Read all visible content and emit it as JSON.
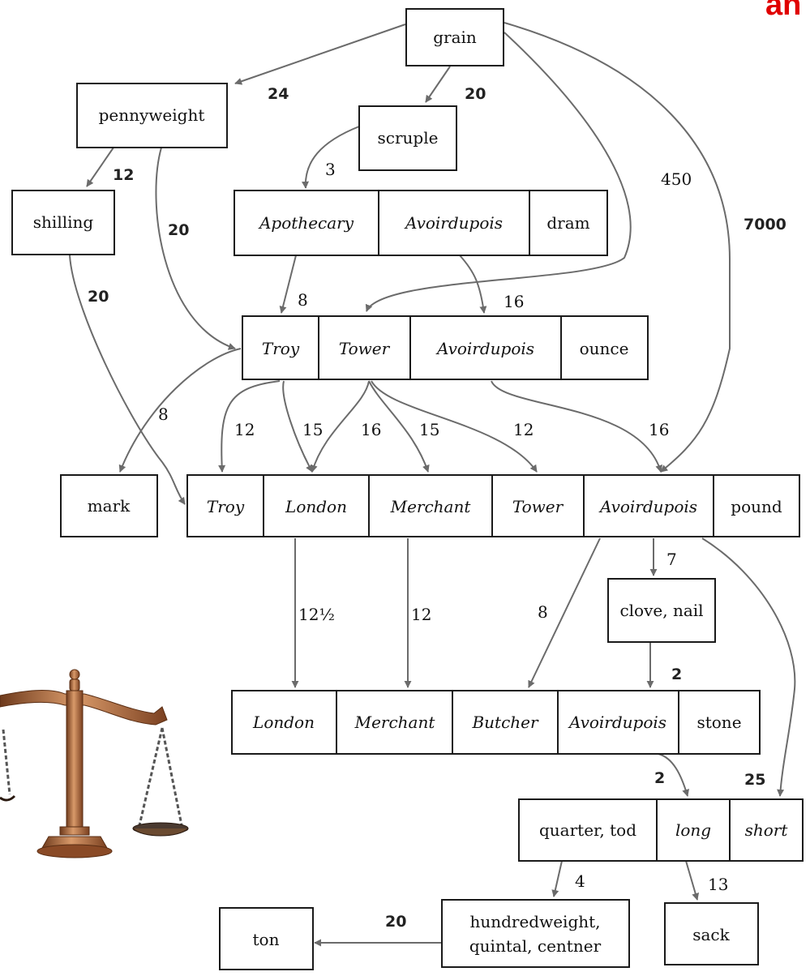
{
  "corner_text": "an",
  "colors": {
    "corner_text": "#e00000",
    "edge": "#6b6b6b",
    "box_border": "#1a1a1a",
    "scale_bronze": "#b06a3a"
  },
  "icons": {
    "scale": "balance-scale-icon"
  },
  "nodes": {
    "grain": "grain",
    "pennyweight": "pennyweight",
    "scruple": "scruple",
    "shilling": "shilling",
    "dram": {
      "cells": [
        "Apothecary",
        "Avoirdupois"
      ],
      "unit": "dram"
    },
    "ounce": {
      "cells": [
        "Troy",
        "Tower",
        "Avoirdupois"
      ],
      "unit": "ounce"
    },
    "mark": "mark",
    "pound": {
      "cells": [
        "Troy",
        "London",
        "Merchant",
        "Tower",
        "Avoirdupois"
      ],
      "unit": "pound"
    },
    "clove": "clove, nail",
    "stone": {
      "cells": [
        "London",
        "Merchant",
        "Butcher",
        "Avoirdupois"
      ],
      "unit": "stone"
    },
    "quarter": {
      "cells": [
        "quarter, tod",
        "long",
        "short"
      ]
    },
    "hundredweight": [
      "hundredweight,",
      "quintal, centner"
    ],
    "sack": "sack",
    "ton": "ton"
  },
  "edge_labels": {
    "grain_pennyweight": "24",
    "grain_scruple": "20",
    "grain_tower_ounce": "450",
    "grain_avdp_pound": "7000",
    "pennyweight_shilling": "12",
    "pennyweight_troy_ounce": "20",
    "scruple_apothecary": "3",
    "shilling_troy_pound": "20",
    "apothecary_troy_ounce": "8",
    "avdp_dram_ounce": "16",
    "troy_ounce_mark": "8",
    "troy_ounce_troy_pound": "12",
    "troy_ounce_london_pound": "15",
    "tower_ounce_london_pound": "16",
    "tower_ounce_merchant_pound": "15",
    "tower_ounce_tower_pound": "12",
    "avdp_ounce_avdp_pound": "16",
    "london_pound_london_stone": "12½",
    "merchant_pound_merchant_stone": "12",
    "avdp_pound_butcher_stone": "8",
    "avdp_pound_clove": "7",
    "clove_avdp_stone": "2",
    "avdp_stone_quarter": "2",
    "pound_short": "25",
    "quarter_hundredweight": "4",
    "long_sack": "13",
    "hundredweight_ton": "20"
  }
}
